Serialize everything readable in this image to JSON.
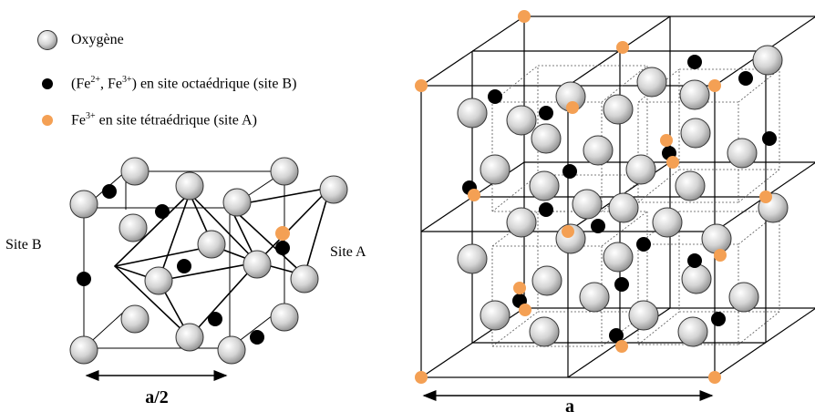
{
  "colors": {
    "oxygen_fill_light": "#f2f2f2",
    "oxygen_fill_dark": "#9a9a9a",
    "octa_site": "#000000",
    "tetra_site": "#f4a054",
    "line": "#000000"
  },
  "legend": [
    {
      "marker": "oxygen-sphere",
      "text": "Oxygène"
    },
    {
      "marker": "black-dot",
      "prefix": "(Fe",
      "sup1": "2+",
      "mid": ", Fe",
      "sup2": "3+",
      "suffix": ") en site octaédrique (site B)"
    },
    {
      "marker": "orange-dot",
      "prefix": "Fe",
      "sup1": "3+",
      "suffix": " en site tétraédrique (site A)"
    }
  ],
  "labels": {
    "site_b": "Site B",
    "site_a": "Site A",
    "half_cell_dim": "a/2",
    "cell_dim": "a"
  }
}
